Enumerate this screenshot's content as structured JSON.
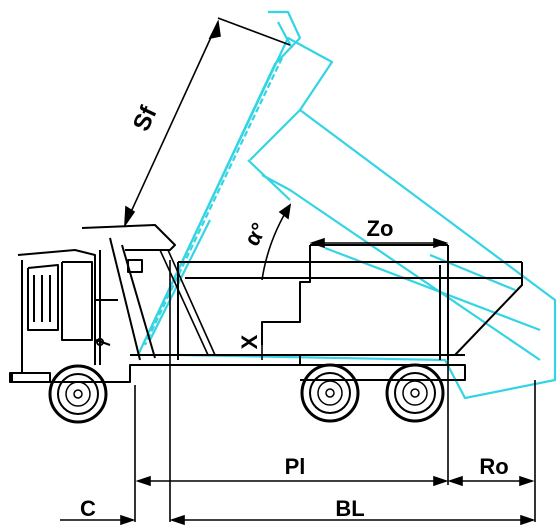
{
  "labels": {
    "sf": "Sf",
    "alpha": "α°",
    "zo": "Zo",
    "x": "X",
    "pl": "Pl",
    "ro": "Ro",
    "c": "C",
    "bl": "BL"
  },
  "colors": {
    "line": "#000000",
    "raised_body": "#33d4e4",
    "background": "#ffffff"
  }
}
